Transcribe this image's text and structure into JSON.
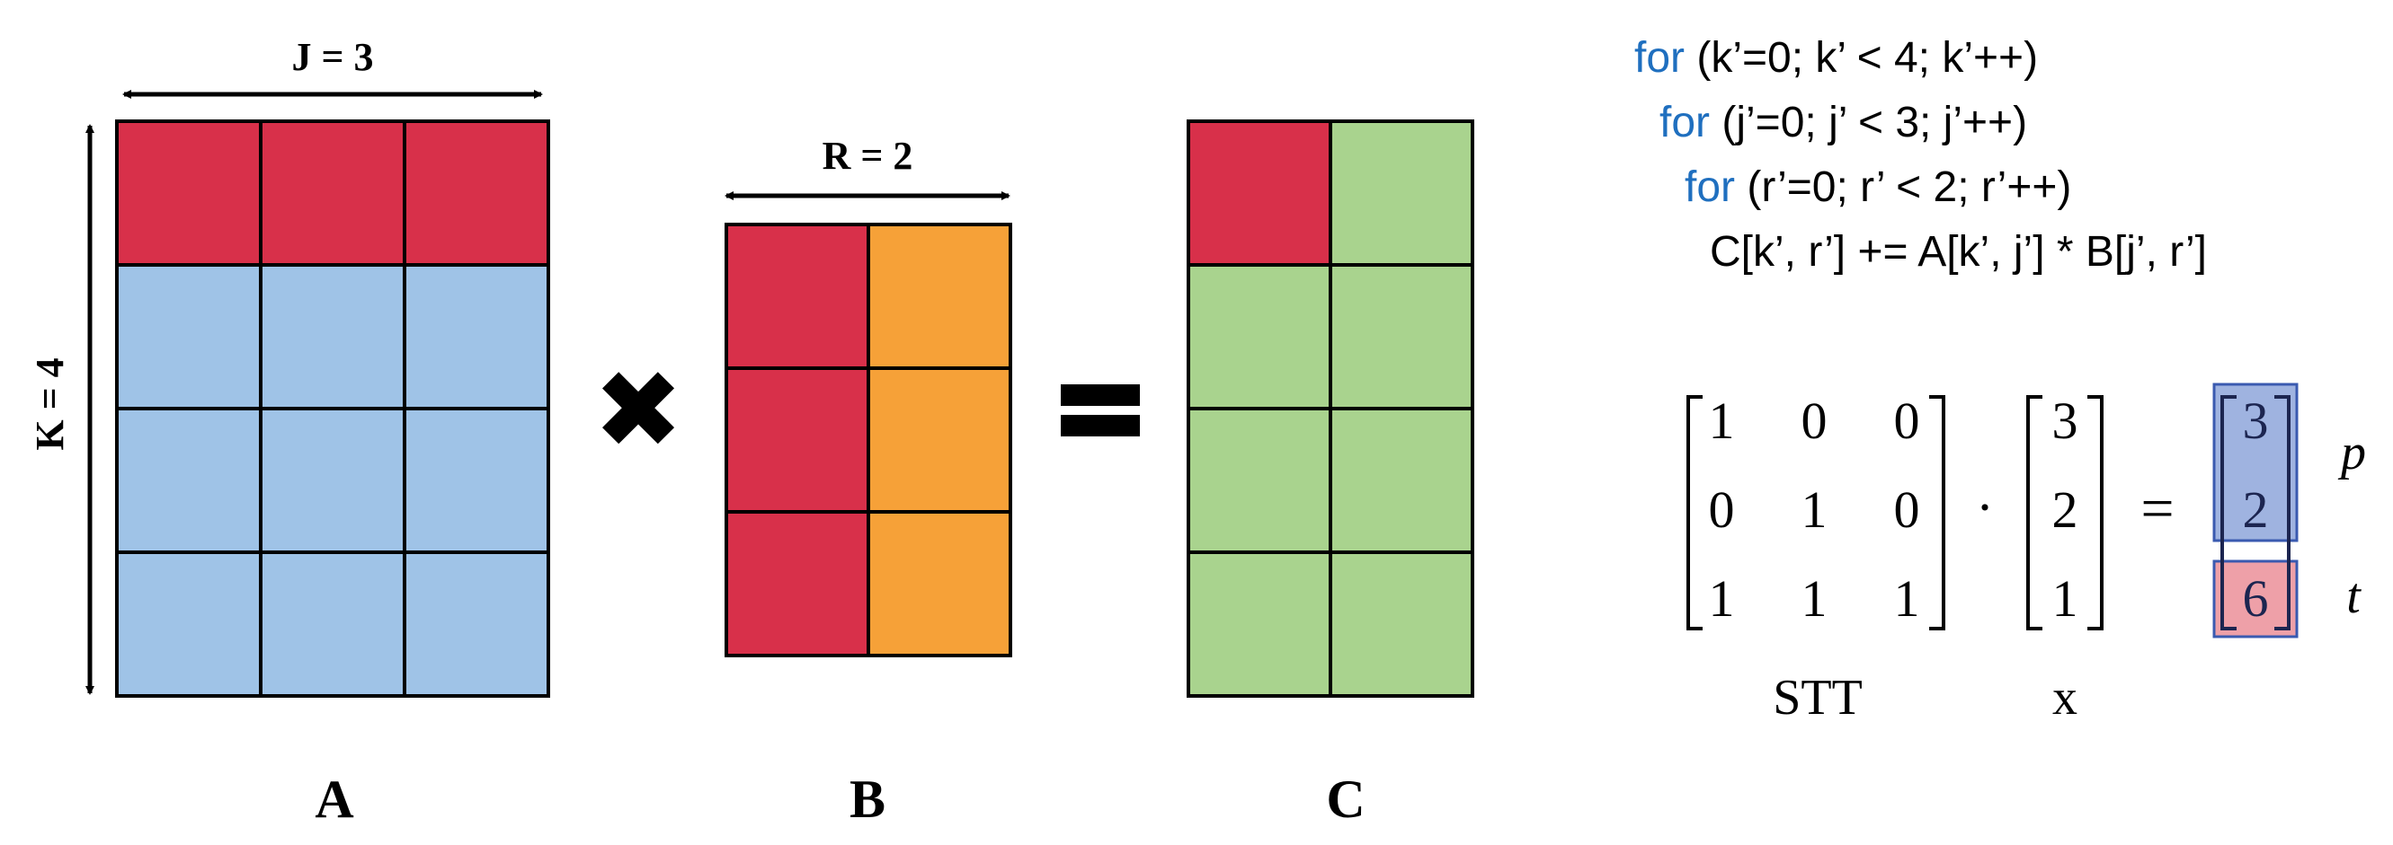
{
  "colors": {
    "red": "#d8304a",
    "blue": "#9fc3e7",
    "orange": "#f6a138",
    "green": "#a9d38e",
    "grid_line": "#000000",
    "keyword": "#1f6fbf",
    "vector_blue": "#9fb3e0",
    "vector_red": "#eea0a8",
    "vector_border": "#3a5ab0"
  },
  "matrices": {
    "A": {
      "label": "A",
      "dim_label": "J = 3",
      "side_label": "K = 4",
      "cells": [
        [
          "red",
          "red",
          "red"
        ],
        [
          "blue",
          "blue",
          "blue"
        ],
        [
          "blue",
          "blue",
          "blue"
        ],
        [
          "blue",
          "blue",
          "blue"
        ]
      ]
    },
    "B": {
      "label": "B",
      "dim_label": "R = 2",
      "cells": [
        [
          "red",
          "orange"
        ],
        [
          "red",
          "orange"
        ],
        [
          "red",
          "orange"
        ]
      ]
    },
    "C": {
      "label": "C",
      "cells": [
        [
          "red",
          "green"
        ],
        [
          "green",
          "green"
        ],
        [
          "green",
          "green"
        ],
        [
          "green",
          "green"
        ]
      ]
    }
  },
  "operators": {
    "times": "✖",
    "equals": "="
  },
  "code": {
    "lines": [
      {
        "keyword": "for",
        "rest": " (k’=0; k’ < 4; k’++)"
      },
      {
        "keyword": "for",
        "rest": " (j’=0; j’ < 3; j’++)"
      },
      {
        "keyword": "for",
        "rest": " (r’=0; r’ < 2; r’++)"
      },
      {
        "keyword": "",
        "rest": "C[k’, r’] += A[k’, j’] * B[j’, r’]"
      }
    ]
  },
  "equation": {
    "stt": [
      [
        "1",
        "0",
        "0"
      ],
      [
        "0",
        "1",
        "0"
      ],
      [
        "1",
        "1",
        "1"
      ]
    ],
    "dot": "·",
    "x": [
      "3",
      "2",
      "1"
    ],
    "equals": "=",
    "result": [
      "3",
      "2",
      "6"
    ],
    "stt_label": "STT",
    "x_label": "x",
    "p_label": "p",
    "t_label": "t"
  }
}
